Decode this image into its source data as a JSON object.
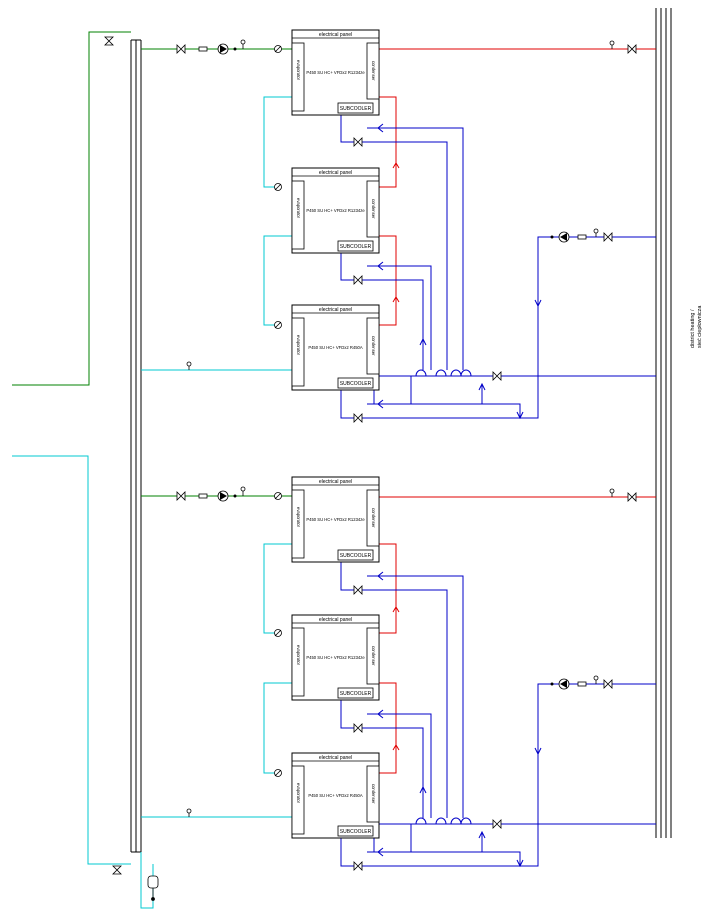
{
  "units": {
    "electrical_panel": "electrical panel",
    "subcooler": "SUBCOOLER",
    "evaporator": "evaporator",
    "condenser": "condenser"
  },
  "unit_models": [
    "P450 SU HC+ VFDx2 R1234ze",
    "P450 SU HC+ VFDx2 R1234ze",
    "P450 SU HC+ VFDx2 R450A",
    "P450 SU HC+ VFDx2 R1234ze",
    "P450 SU HC+ VFDx2 R1234ze",
    "P450 SU HC+ VFDx2 R450A"
  ],
  "district_heating": {
    "line1": "district heating /",
    "line2": "sieć ciepłownicza"
  },
  "colors": {
    "chilled_supply": "#008000",
    "chilled_return": "#00c8d2",
    "hot_supply": "#e00000",
    "condenser_loop": "#0000c8",
    "outline": "#000000"
  },
  "icons": [
    "valve-icon",
    "pump-icon",
    "filter-icon",
    "thermometer-icon",
    "flow-meter-icon",
    "expansion-vessel-icon"
  ]
}
